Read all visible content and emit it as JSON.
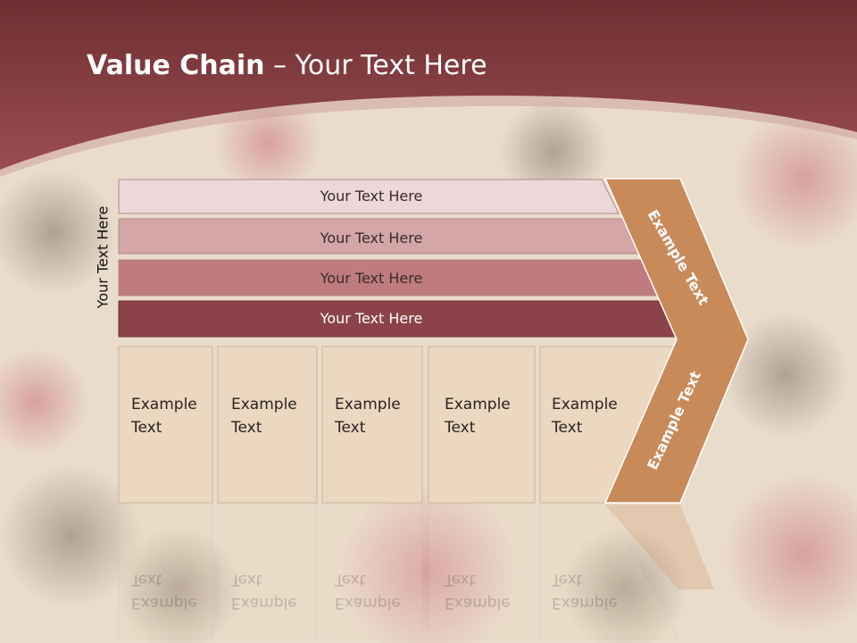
{
  "slide": {
    "title_bold": "Value Chain",
    "title_rest": " – Your Text Here",
    "side_label": "Your Text Here"
  },
  "rows": [
    {
      "label": "Your Text Here",
      "color": "#ecd8d9",
      "text_color": "#3a2a2a"
    },
    {
      "label": "Your Text Here",
      "color": "#d4a6a8",
      "text_color": "#3a2a2a"
    },
    {
      "label": "Your Text Here",
      "color": "#bf7c7e",
      "text_color": "#3a2a2a"
    },
    {
      "label": "Your Text Here",
      "color": "#8b4248",
      "text_color": "#ffffff"
    }
  ],
  "columns": [
    {
      "line1": "Example",
      "line2": "Text"
    },
    {
      "line1": "Example",
      "line2": "Text"
    },
    {
      "line1": "Example",
      "line2": "Text"
    },
    {
      "line1": "Example",
      "line2": "Text"
    },
    {
      "line1": "Example",
      "line2": "Text"
    }
  ],
  "chevron": {
    "upper_label": "Example Text",
    "lower_label": "Example Text",
    "color": "#c98a5a"
  },
  "colors": {
    "header": "#8f4649",
    "column_fill": "#ecd7c0",
    "background": "#ece0cf"
  }
}
